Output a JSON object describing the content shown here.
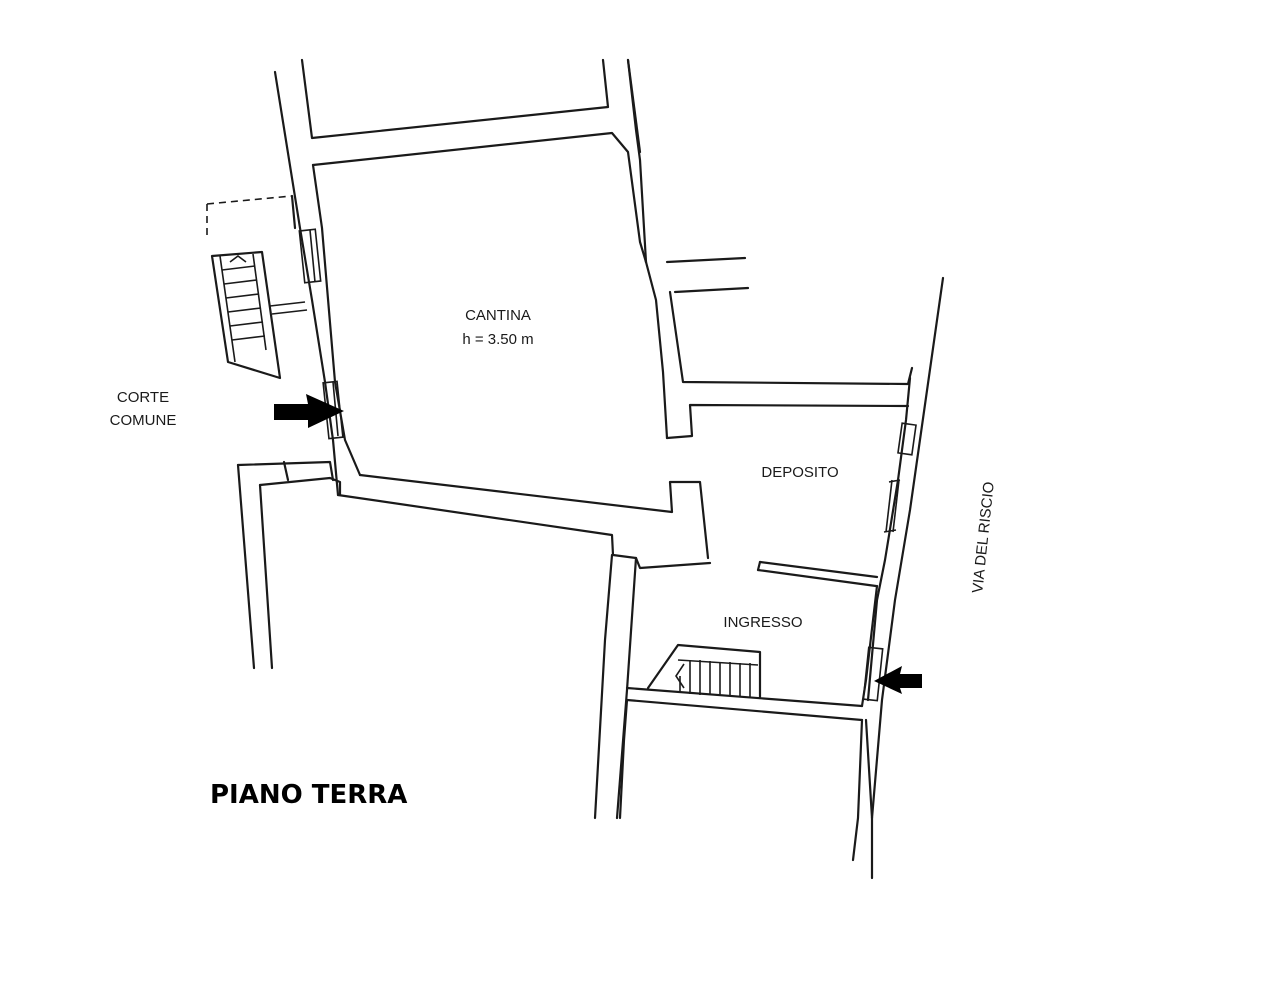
{
  "plan": {
    "title": "PIANO TERRA",
    "rooms": {
      "cantina": {
        "name": "CANTINA",
        "height": "h = 3.50 m"
      },
      "deposito": {
        "name": "DEPOSITO"
      },
      "ingresso": {
        "name": "INGRESSO"
      }
    },
    "labels": {
      "corte_line1": "CORTE",
      "corte_line2": "COMUNE",
      "street": "VIA DEL RISCIO"
    }
  }
}
